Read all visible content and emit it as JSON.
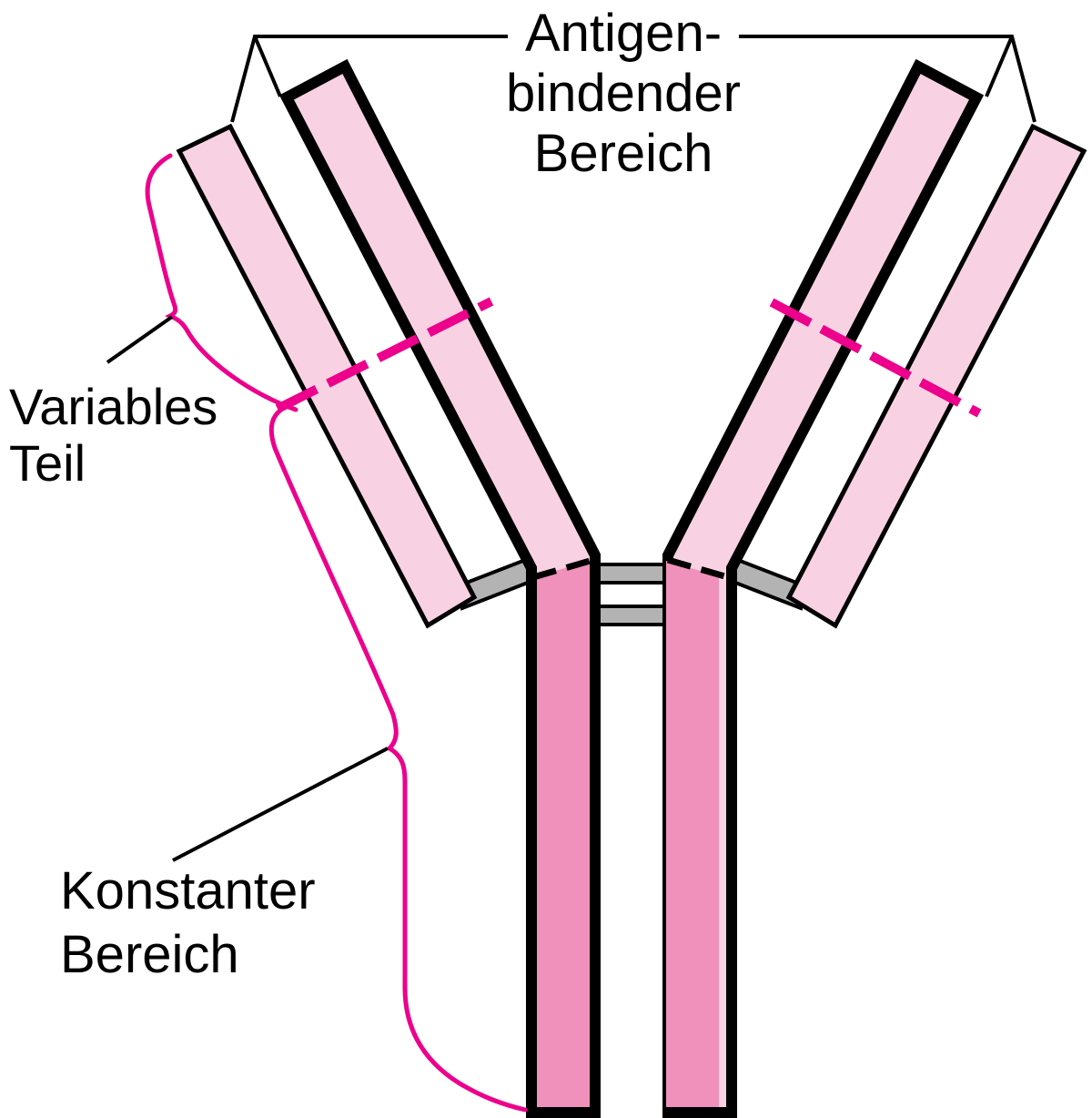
{
  "labels": {
    "antigen_binding_region": "Antigen-\nbindender\nBereich",
    "variable_part": "Variables\nTeil",
    "constant_region": "Konstanter\nBereich"
  },
  "colors": {
    "background": "#ffffff",
    "outline": "#000000",
    "chain_light_pink": "#f8d2e3",
    "stem_dark_pink": "#f091bb",
    "connector_gray": "#b3b3b3",
    "annotation_magenta": "#ec008c"
  }
}
